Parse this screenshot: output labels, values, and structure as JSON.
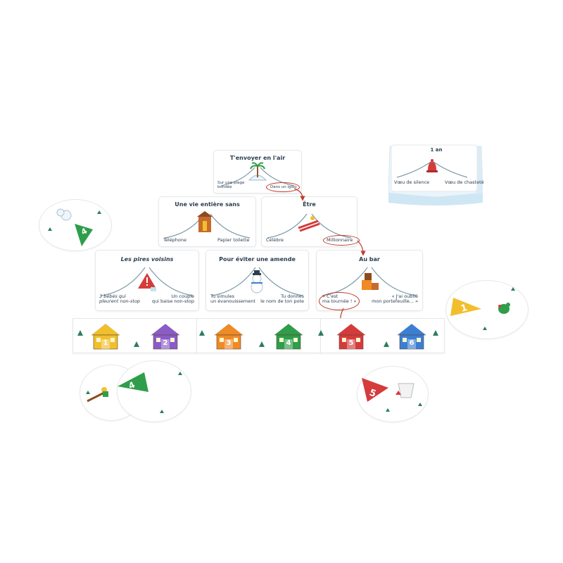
{
  "colors": {
    "red": "#d63b3b",
    "green": "#2e9e4a",
    "yellow": "#f2bf2c",
    "blue": "#3a7fd3",
    "purple": "#8a5cc8",
    "orange": "#ef8a25",
    "line": "#7f9aa8",
    "arrow": "#c0392b",
    "box_side": "#cfe6f5"
  },
  "box_card": {
    "title": "1 an",
    "left": "Vœu de silence",
    "right": "Vœu de chasteté"
  },
  "cards": {
    "c1": {
      "title": "T'envoyer en l'air",
      "left": "Sur une plage\nbondée",
      "right": "Dans un igloo"
    },
    "c2": {
      "title": "Une vie entière sans",
      "left": "Téléphone",
      "right": "Papier toilette"
    },
    "c3": {
      "title": "Être",
      "left": "Célèbre",
      "right": "Millionnaire"
    },
    "c4": {
      "title": "Les pires voisins",
      "left": "3 bébés qui\npleurent non-stop",
      "right": "Un couple\nqui baise non-stop"
    },
    "c5": {
      "title": "Pour éviter une amende",
      "left": "Tu simules\nun évanouissement",
      "right": "Tu donnes\nle nom de ton pote"
    },
    "c6": {
      "title": "Au bar",
      "left": "« C'est\nma tournée ! »",
      "right": "« J'ai oublié\nmon portefeuille... »"
    }
  },
  "chalets": [
    {
      "number": "1",
      "color": "yellow"
    },
    {
      "number": "2",
      "color": "purple"
    },
    {
      "number": "3",
      "color": "orange"
    },
    {
      "number": "4",
      "color": "green"
    },
    {
      "number": "5",
      "color": "red"
    },
    {
      "number": "6",
      "color": "blue"
    }
  ],
  "discs": [
    {
      "number": "4",
      "color": "green",
      "figure": "snowman"
    },
    {
      "number": "1",
      "color": "yellow",
      "figure": "yeti"
    },
    {
      "number": "4",
      "color": "green",
      "figure": "skier"
    },
    {
      "number": "5",
      "color": "red",
      "figure": "bucket"
    }
  ],
  "icons": {
    "c1": "igloo-palm-icon",
    "c2": "outhouse-icon",
    "c3": "skis-icon",
    "c4": "warning-sign-icon",
    "c5": "snowman-icon",
    "c6": "bar-crates-icon",
    "box": "alarm-bell-icon"
  }
}
